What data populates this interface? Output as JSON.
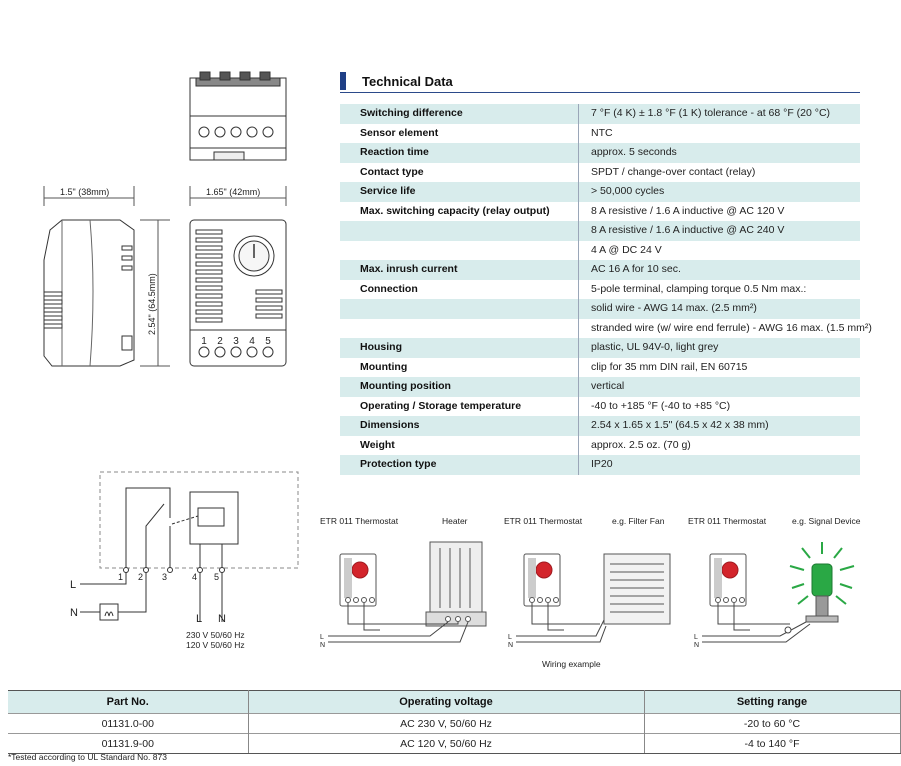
{
  "drawing": {
    "dim_width_side": "1.5\" (38mm)",
    "dim_width_front": "1.65\" (42mm)",
    "dim_height": "2.54\" (64.5mm)",
    "terminal_numbers": [
      "1",
      "2",
      "3",
      "4",
      "5"
    ]
  },
  "schematic": {
    "terminal_numbers": [
      "1",
      "2",
      "3",
      "4",
      "5"
    ],
    "line_L": "L",
    "line_N": "N",
    "out_L": "L",
    "out_N": "N",
    "voltage_1": "230 V 50/60 Hz",
    "voltage_2": "120 V 50/60 Hz"
  },
  "technical_data": {
    "title": "Technical Data",
    "rows": [
      {
        "key": "Switching difference",
        "value": "7 °F (4 K) ± 1.8 °F (1 K) tolerance  -  at 68 °F (20 °C)"
      },
      {
        "key": "Sensor element",
        "value": "NTC"
      },
      {
        "key": "Reaction time",
        "value": "approx. 5 seconds"
      },
      {
        "key": "Contact type",
        "value": "SPDT / change-over contact (relay)"
      },
      {
        "key": "Service life",
        "value": "> 50,000 cycles"
      },
      {
        "key": "Max. switching capacity (relay output)",
        "value": "8 A resistive / 1.6 A inductive @ AC 120 V"
      },
      {
        "key": "",
        "value": "8 A resistive / 1.6 A inductive @ AC 240 V"
      },
      {
        "key": "",
        "value": "4 A @ DC 24 V"
      },
      {
        "key": "Max. inrush current",
        "value": "AC 16 A for 10 sec."
      },
      {
        "key": "Connection",
        "value": "5-pole terminal, clamping torque 0.5 Nm max.:"
      },
      {
        "key": "",
        "value": "solid wire - AWG 14 max. (2.5 mm²)"
      },
      {
        "key": "",
        "value": "stranded wire (w/ wire end ferrule) - AWG 16 max. (1.5 mm²)"
      },
      {
        "key": "Housing",
        "value": "plastic, UL 94V-0, light grey"
      },
      {
        "key": "Mounting",
        "value": "clip for 35 mm DIN rail, EN 60715"
      },
      {
        "key": "Mounting position",
        "value": "vertical"
      },
      {
        "key": "Operating / Storage temperature",
        "value": "-40 to +185 °F (-40 to +85 °C)"
      },
      {
        "key": "Dimensions",
        "value": "2.54 x 1.65 x 1.5\" (64.5 x 42 x 38 mm)"
      },
      {
        "key": "Weight",
        "value": "approx. 2.5 oz. (70 g)"
      },
      {
        "key": "Protection type",
        "value": "IP20"
      }
    ]
  },
  "wiring": {
    "label_1": "ETR 011 Thermostat",
    "device_1": "Heater",
    "label_2": "ETR 011 Thermostat",
    "device_2": "e.g. Filter Fan",
    "label_3": "ETR 011 Thermostat",
    "device_3": "e.g. Signal Device",
    "caption": "Wiring example",
    "wire_L": "L",
    "wire_N": "N"
  },
  "parts_table": {
    "headers": [
      "Part No.",
      "Operating voltage",
      "Setting range",
      ""
    ],
    "rows": [
      [
        "01131.0-00",
        "AC 230 V, 50/60 Hz",
        "-20 to 60 °C",
        ""
      ],
      [
        "01131.9-00",
        "AC 120 V, 50/60 Hz",
        "-4 to 140 °F",
        ""
      ]
    ]
  },
  "footnote": "*Tested according to UL Standard No. 873",
  "colors": {
    "accent": "#1f3f86",
    "row_shade": "#d8ecec",
    "thermostat_red": "#d3242b",
    "signal_green": "#2aa845"
  }
}
